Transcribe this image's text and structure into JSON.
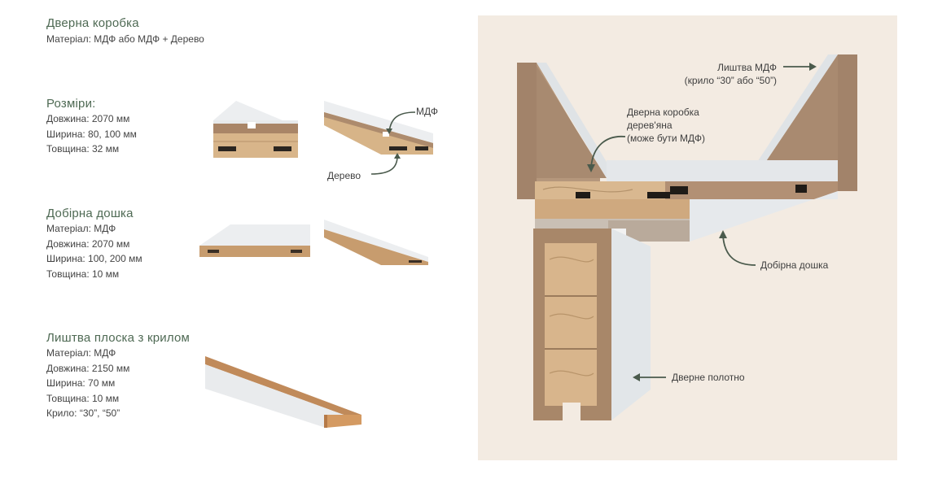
{
  "frame": {
    "title": "Дверна коробка",
    "material": "Матеріал: МДФ або МДФ + Дерево"
  },
  "sizes": {
    "title": "Розміри:",
    "length": "Довжина: 2070 мм",
    "width": "Ширина: 80, 100 мм",
    "thickness": "Товщина: 32 мм",
    "callout_mdf": "МДФ",
    "callout_wood": "Дерево"
  },
  "extension": {
    "title": "Добірна дошка",
    "material": "Матеріал: МДФ",
    "length": "Довжина: 2070 мм",
    "width": "Ширина: 100, 200 мм",
    "thickness": "Товщина: 10 мм"
  },
  "casing": {
    "title": "Лиштва плоска з крилом",
    "material": "Матеріал: МДФ",
    "length": "Довжина: 2150 мм",
    "width": "Ширина: 70 мм",
    "thickness": "Товщина: 10 мм",
    "wing": "Крило: “30”, “50”"
  },
  "diagram": {
    "casing_label_1": "Лиштва МДФ",
    "casing_label_2": "(крило “30” або “50”)",
    "frame_label_1": "Дверна коробка",
    "frame_label_2": "дерев'яна",
    "frame_label_3": "(може бути МДФ)",
    "extension_label": "Добірна дошка",
    "leaf_label": "Дверне полотно"
  },
  "colors": {
    "heading": "#4f6a54",
    "panel_bg": "#f3ebe2",
    "mdf": "#a98a6e",
    "wood": "#d9b890",
    "white_finish": "#e8eaec",
    "arrow": "#4a5a4c"
  }
}
